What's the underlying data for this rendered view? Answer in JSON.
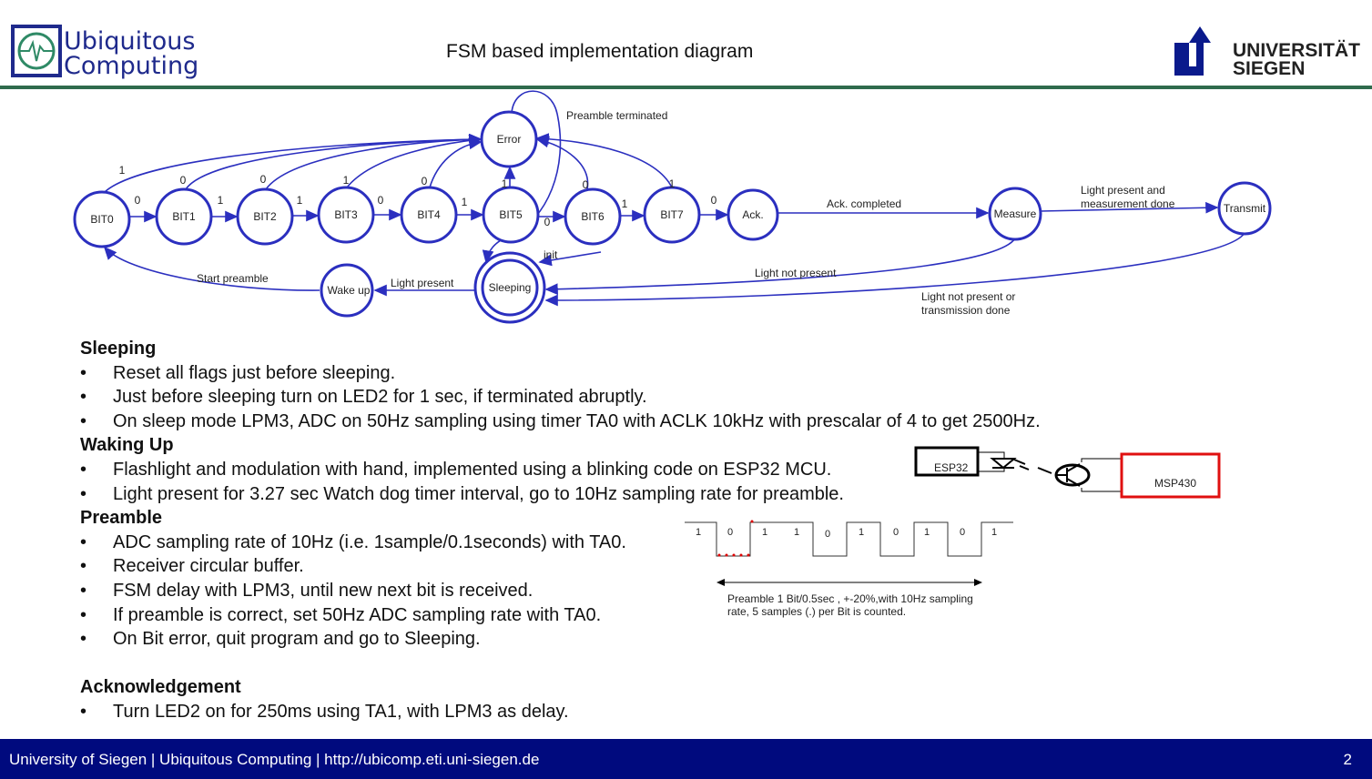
{
  "header": {
    "title": "FSM based implementation diagram",
    "logo_left": "Ubiquitous Computing",
    "logo_right": "UNIVERSITÄT SIEGEN"
  },
  "colors": {
    "state": "#2b2fbf",
    "header_line": "#2f6b4d",
    "footer": "#000a7e",
    "msp_box": "#e01010"
  },
  "fsm": {
    "states": {
      "bit0": "BIT0",
      "bit1": "BIT1",
      "bit2": "BIT2",
      "bit3": "BIT3",
      "bit4": "BIT4",
      "bit5": "BIT5",
      "bit6": "BIT6",
      "bit7": "BIT7",
      "ack": "Ack.",
      "measure": "Measure",
      "transmit": "Transmit",
      "error": "Error",
      "sleeping": "Sleeping",
      "wakeup": "Wake up"
    },
    "chain_labels": [
      "0",
      "1",
      "1",
      "0",
      "1",
      "0",
      "1",
      "0"
    ],
    "error_labels": [
      "1",
      "0",
      "0",
      "1",
      "0",
      "1",
      "0",
      "1"
    ],
    "transitions": {
      "preamble_terminated": "Preamble terminated",
      "init": "init",
      "ack_completed": "Ack. completed",
      "light_present_measure_done_1": "Light present and",
      "light_present_measure_done_2": "measurement done",
      "light_not_present": "Light not present",
      "light_not_present_or_tx_1": "Light not present or",
      "light_not_present_or_tx_2": "transmission done",
      "light_present": "Light present",
      "start_preamble": "Start preamble"
    }
  },
  "sections": [
    {
      "heading": "Sleeping",
      "bullets": [
        "Reset all flags just before sleeping.",
        "Just before sleeping turn on LED2 for 1 sec, if terminated abruptly.",
        "On sleep mode LPM3, ADC on 50Hz sampling using timer TA0 with ACLK 10kHz  with prescalar of 4 to get 2500Hz."
      ]
    },
    {
      "heading": "Waking Up",
      "bullets": [
        "Flashlight and modulation with hand, implemented using a blinking code on ESP32 MCU.",
        "Light present for  3.27 sec Watch dog timer interval, go to 10Hz sampling rate for preamble."
      ]
    },
    {
      "heading": "Preamble",
      "bullets": [
        "ADC sampling rate of 10Hz (i.e. 1sample/0.1seconds) with TA0.",
        "Receiver circular buffer.",
        "FSM delay with LPM3, until new next bit is received.",
        "If preamble is correct, set 50Hz ADC sampling rate with TA0.",
        "On Bit error, quit program and go to Sleeping."
      ]
    },
    {
      "heading": "Acknowledgement",
      "bullets": [
        "Turn LED2 on for 250ms using TA1, with LPM3 as delay."
      ]
    }
  ],
  "hardware": {
    "esp32": "ESP32",
    "msp430": "MSP430"
  },
  "waveform": {
    "bits": [
      "1",
      "0",
      "1",
      "1",
      "0",
      "1",
      "0",
      "1",
      "0",
      "1"
    ],
    "caption_1": "Preamble 1 Bit/0.5sec , +-20%,with 10Hz sampling",
    "caption_2": "rate, 5 samples (.) per Bit is  counted."
  },
  "footer": {
    "text": "University of Siegen | Ubiquitous Computing | http://ubicomp.eti.uni-siegen.de",
    "page": "2"
  }
}
